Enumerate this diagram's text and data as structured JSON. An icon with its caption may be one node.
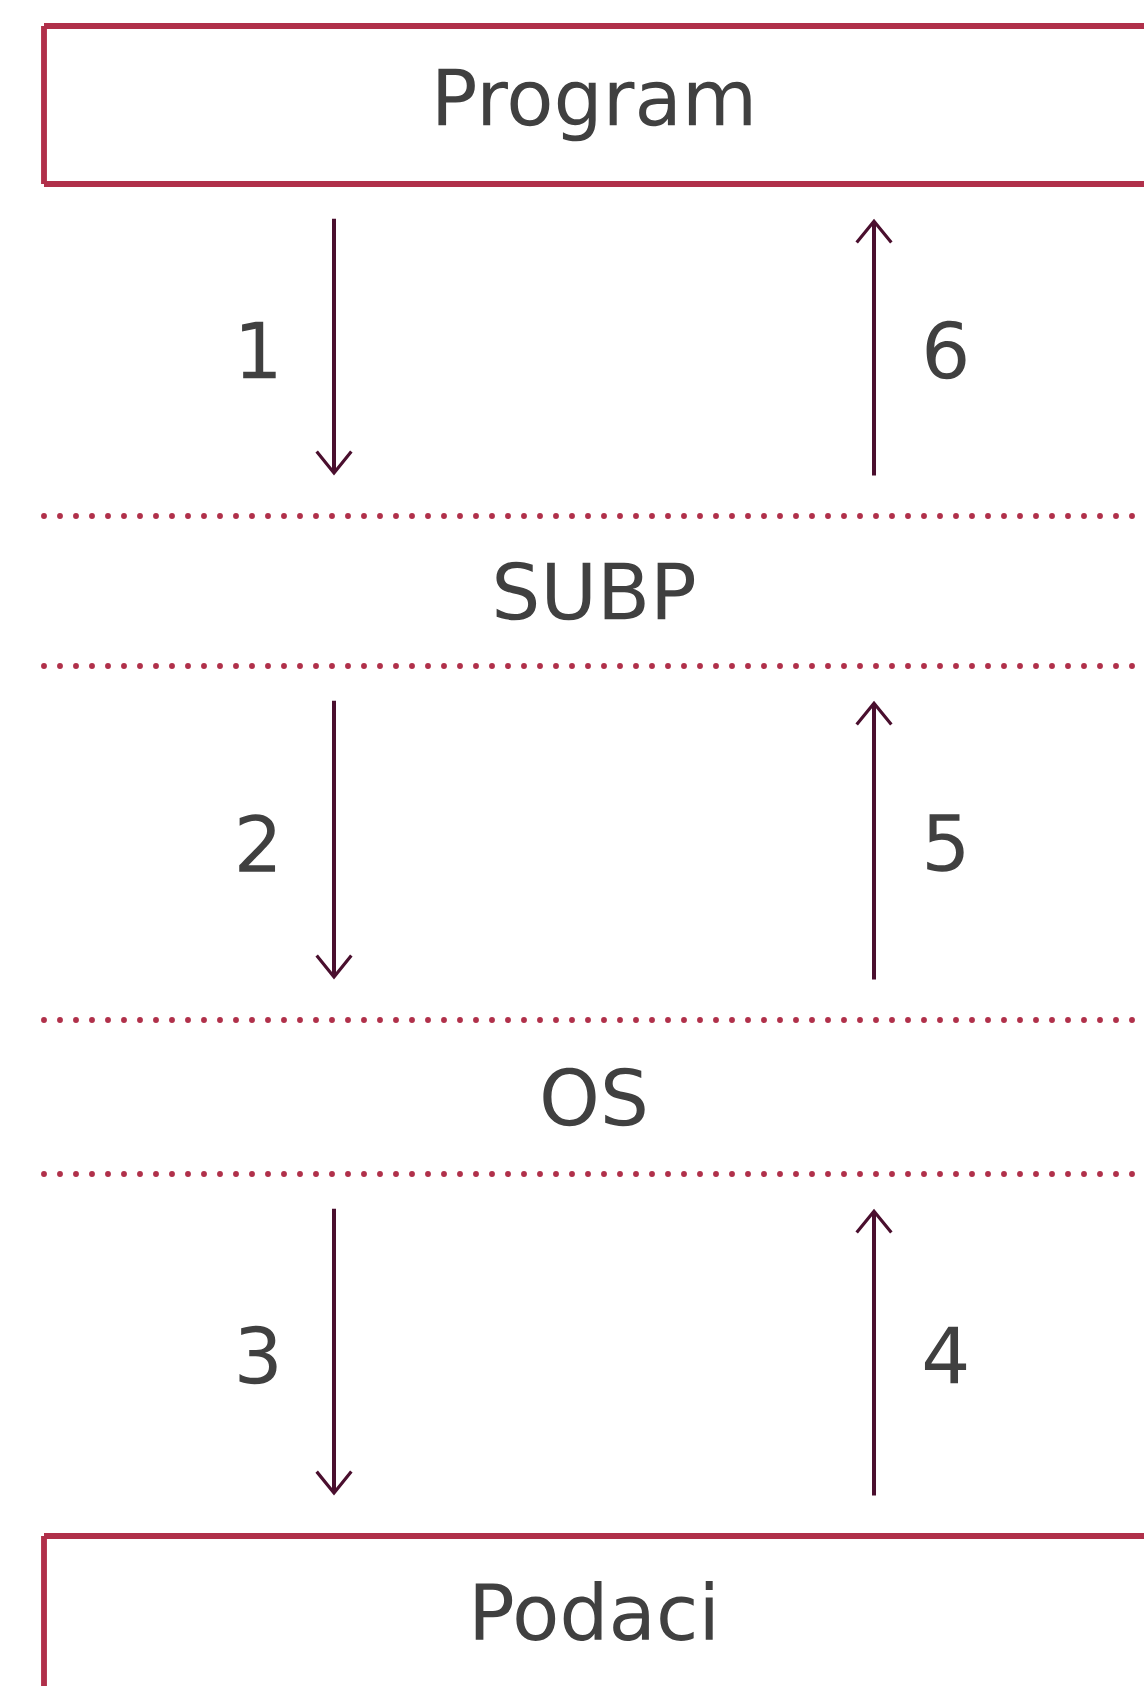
{
  "diagram": {
    "nodes": [
      {
        "text": [
          "Program"
        ]
      },
      {
        "text": [
          "SUBP"
        ]
      },
      {
        "text": [
          "OS"
        ]
      },
      {
        "text": [
          "Podaci"
        ]
      }
    ],
    "edges": [
      {
        "from": 0,
        "to": 1,
        "arrow": "to",
        "label": "1"
      },
      {
        "from": 1,
        "to": 2,
        "arrow": "to",
        "label": "2"
      },
      {
        "from": 2,
        "to": 3,
        "arrow": "to",
        "label": "3"
      },
      {
        "from": 3,
        "to": 2,
        "arrow": "to",
        "label": "4"
      },
      {
        "from": 2,
        "to": 1,
        "arrow": "to",
        "label": "5"
      },
      {
        "from": 1,
        "to": 0,
        "arrow": "to",
        "label": "6"
      }
    ]
  }
}
